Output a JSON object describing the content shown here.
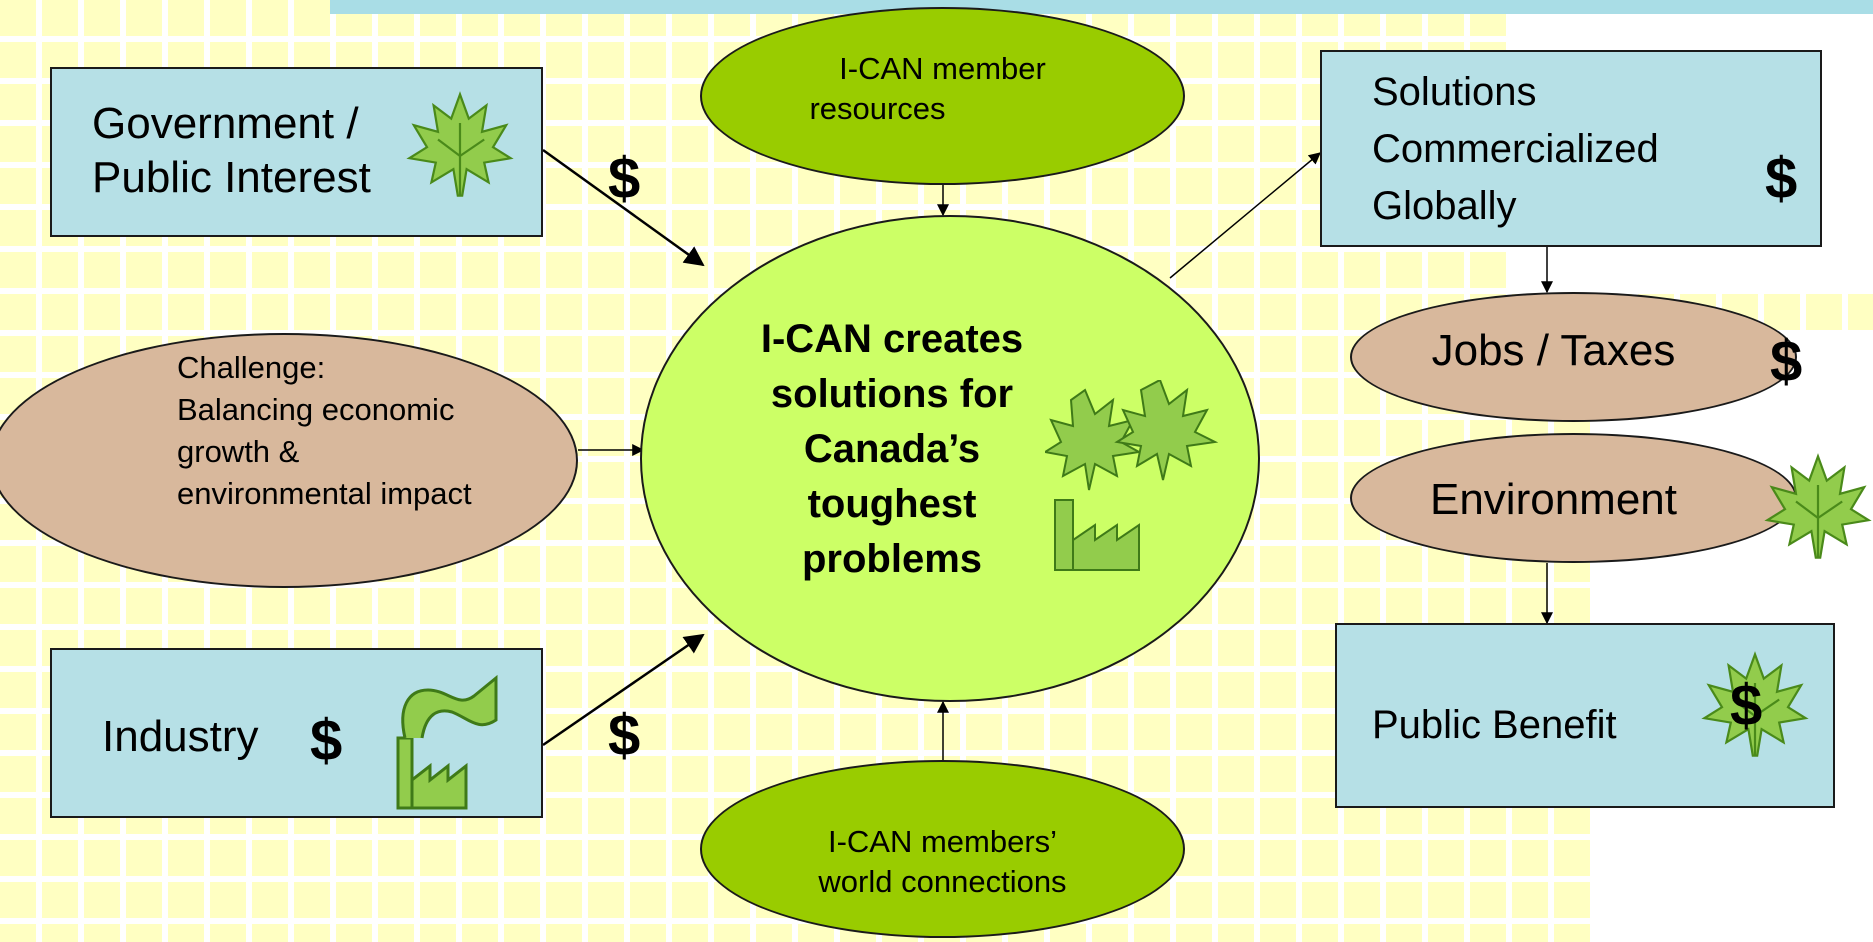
{
  "colors": {
    "box_fill": "#b6e0e6",
    "oval_green": "#99cc00",
    "oval_tan": "#d8b89c",
    "center_fill": "#ccff66",
    "grid_square": "#ffffc2",
    "top_strip": "#a9dde6",
    "leaf_green": "#92cc4c"
  },
  "left": {
    "government_line1": "Government /",
    "government_line2": "Public Interest",
    "challenge_line1": "Challenge:",
    "challenge_line2": "Balancing economic",
    "challenge_line3": "growth &",
    "challenge_line4": "environmental impact",
    "industry": "Industry"
  },
  "top": {
    "resources_line1": "I-CAN member",
    "resources_line2": "resources"
  },
  "center": {
    "line1": "I-CAN creates",
    "line2": "solutions for",
    "line3": "Canada’s",
    "line4": "toughest",
    "line5": "problems"
  },
  "bottom": {
    "connections_line1": "I-CAN members’",
    "connections_line2": "world connections"
  },
  "right": {
    "solutions_line1": "Solutions",
    "solutions_line2": "Commercialized",
    "solutions_line3": "Globally",
    "jobs": "Jobs / Taxes",
    "environment": "Environment",
    "public_benefit": "Public Benefit"
  },
  "money_symbol": "$",
  "icons": [
    "maple-leaf-icon",
    "factory-icon",
    "factory-with-leaves-icon"
  ]
}
